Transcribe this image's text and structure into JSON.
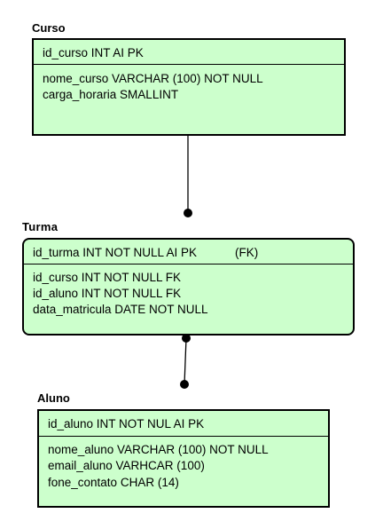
{
  "entities": [
    {
      "name": "Curso",
      "pk": "id_curso INT AI PK",
      "attributes": [
        "nome_curso VARCHAR (100) NOT NULL",
        "carga_horaria SMALLINT"
      ]
    },
    {
      "name": "Turma",
      "pk": "id_turma INT NOT NULL AI PK",
      "pk_note": "(FK)",
      "attributes": [
        "id_curso INT NOT NULL FK",
        "id_aluno INT NOT NULL FK",
        "data_matricula DATE NOT NULL"
      ]
    },
    {
      "name": "Aluno",
      "pk": "id_aluno INT NOT NUL AI PK",
      "attributes": [
        "nome_aluno VARCHAR (100) NOT NULL",
        "email_aluno VARHCAR (100)",
        "fone_contato CHAR (14)"
      ]
    }
  ],
  "colors": {
    "entity_fill": "#ccffcc",
    "border": "#000000"
  }
}
